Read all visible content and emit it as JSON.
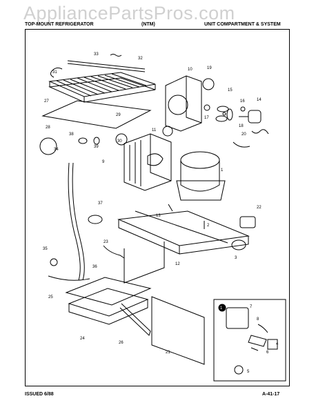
{
  "watermark": "AppliancePartsPros.com",
  "header": {
    "left": "TOP-MOUNT REFRIGERATOR",
    "middle": "(NTM)",
    "right": "UNIT COMPARTMENT & SYSTEM"
  },
  "footer": {
    "issued": "ISSUED 6/88",
    "page_code": "A-41-17"
  },
  "inset_marker": "1",
  "part_numbers": [
    "1",
    "2",
    "3",
    "4",
    "5",
    "6",
    "7",
    "8",
    "9",
    "10",
    "11",
    "12",
    "13",
    "14",
    "15",
    "16",
    "17",
    "18",
    "19",
    "20",
    "21",
    "22",
    "23",
    "24",
    "25",
    "26",
    "27",
    "28",
    "29",
    "30",
    "31",
    "32",
    "33",
    "34",
    "35",
    "36",
    "37",
    "38",
    "39"
  ],
  "colors": {
    "ink": "#000000",
    "watermark": "#d0d0d0",
    "paper": "#ffffff"
  }
}
